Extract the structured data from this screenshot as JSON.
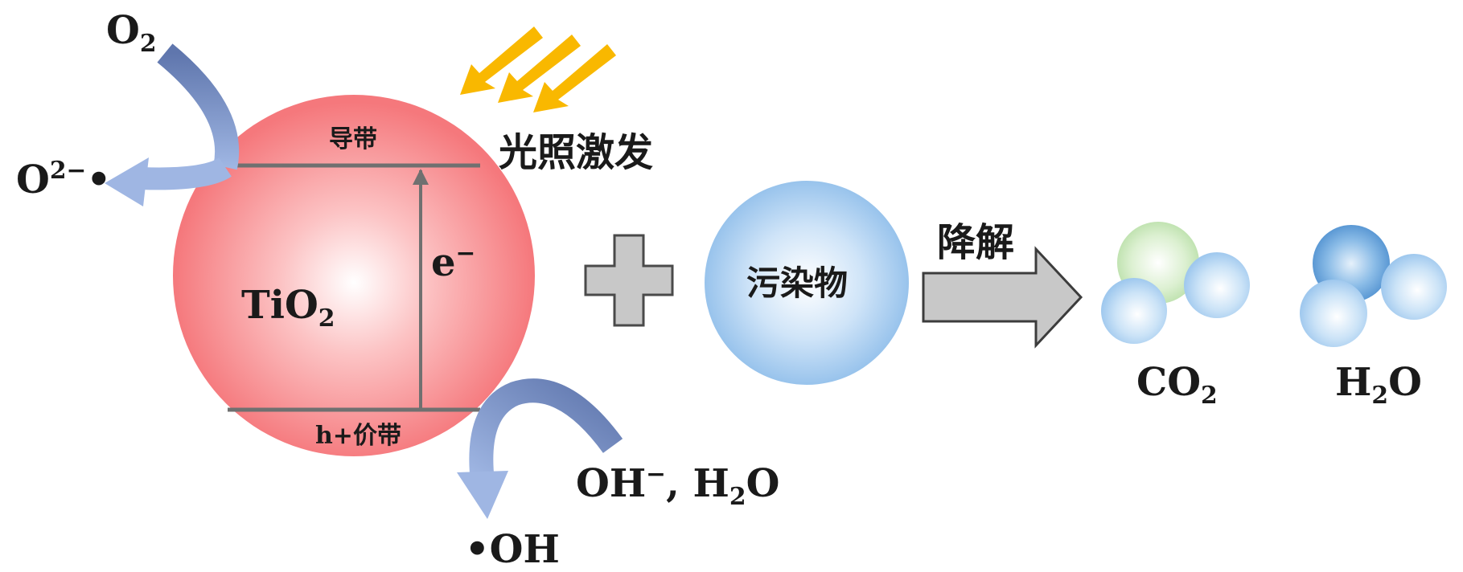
{
  "labels": {
    "o2": {
      "base": "O",
      "sub": "2"
    },
    "superoxide": {
      "base": "O",
      "sup": "2−",
      "tail": "•"
    },
    "conduction_band": "导带",
    "valence_band": "h+价带",
    "light_excitation": "光照激发",
    "tio2": {
      "base": "TiO",
      "sub": "2"
    },
    "electron": {
      "base": "e",
      "sup": "−"
    },
    "oh_h2o": {
      "a": "OH",
      "sup": "−",
      "b": ", H",
      "sub": "2",
      "c": "O"
    },
    "hydroxyl": "•OH",
    "pollutant": "污染物",
    "degrade": "降解",
    "co2": {
      "base": "CO",
      "sub": "2"
    },
    "h2o": {
      "a": "H",
      "sub": "2",
      "b": "O"
    }
  },
  "colors": {
    "tio2_sphere": "#f5878a",
    "pollutant_sphere": "#a9cdef",
    "band_line": "#707070",
    "curved_arrow": "#6f88bf",
    "light_arrows": "#f9b800",
    "plus": "#c8c8c8",
    "degrade_arrow": "#c8c8c8",
    "co2_carbon": "#c7e6b8",
    "molecule_oxygen": "#b7d8f3",
    "h2o_core": "#6aa7dc"
  }
}
